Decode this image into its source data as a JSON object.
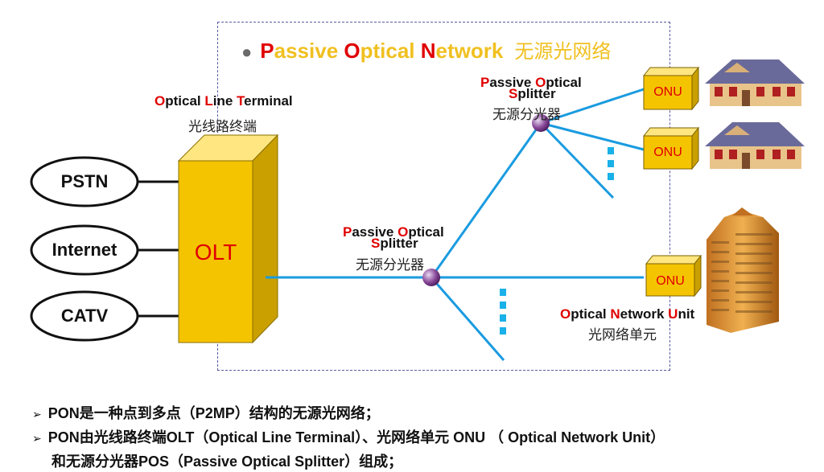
{
  "title": {
    "first_letter_p": "P",
    "rest_assive": "assive ",
    "letter_o": "O",
    "rest_ptical": "ptical ",
    "letter_n": "N",
    "rest_etwork": "etwork",
    "cn": "无源光网络"
  },
  "olt_label": {
    "O": "O",
    "ptical": "ptical ",
    "L": "L",
    "ine": "ine ",
    "T": "T",
    "erminal": "erminal",
    "cn": "光线路终端"
  },
  "splitter_top": {
    "P": "P",
    "assive": "assive ",
    "O": "O",
    "ptical": "ptical",
    "S": "S",
    "plitter": "plitter",
    "cn": "无源分光器"
  },
  "splitter_mid": {
    "P": "P",
    "assive": "assive ",
    "O": "O",
    "ptical": "ptical",
    "S": "S",
    "plitter": "plitter",
    "cn": "无源分光器"
  },
  "onu_label": {
    "O": "O",
    "ptical": "ptical ",
    "N": "N",
    "etwork": "etwork ",
    "U": "U",
    "nit": "nit",
    "cn": "光网络单元"
  },
  "services": [
    "PSTN",
    "Internet",
    "CATV"
  ],
  "olt_text": "OLT",
  "onu_text": [
    "ONU",
    "ONU",
    "ONU"
  ],
  "bullets": [
    "PON是一种点到多点（P2MP）结构的无源光网络；",
    "PON由光线路终端OLT（Optical Line Terminal）、光网络单元 ONU （ Optical Network Unit）",
    "和无源分光器POS（Passive Optical Splitter）组成；"
  ],
  "colors": {
    "fiber": "#1a9be0",
    "olt": "#f5c400",
    "onu": "#f5c400",
    "accent_red": "#e00000",
    "title_gold": "#f0c020"
  }
}
